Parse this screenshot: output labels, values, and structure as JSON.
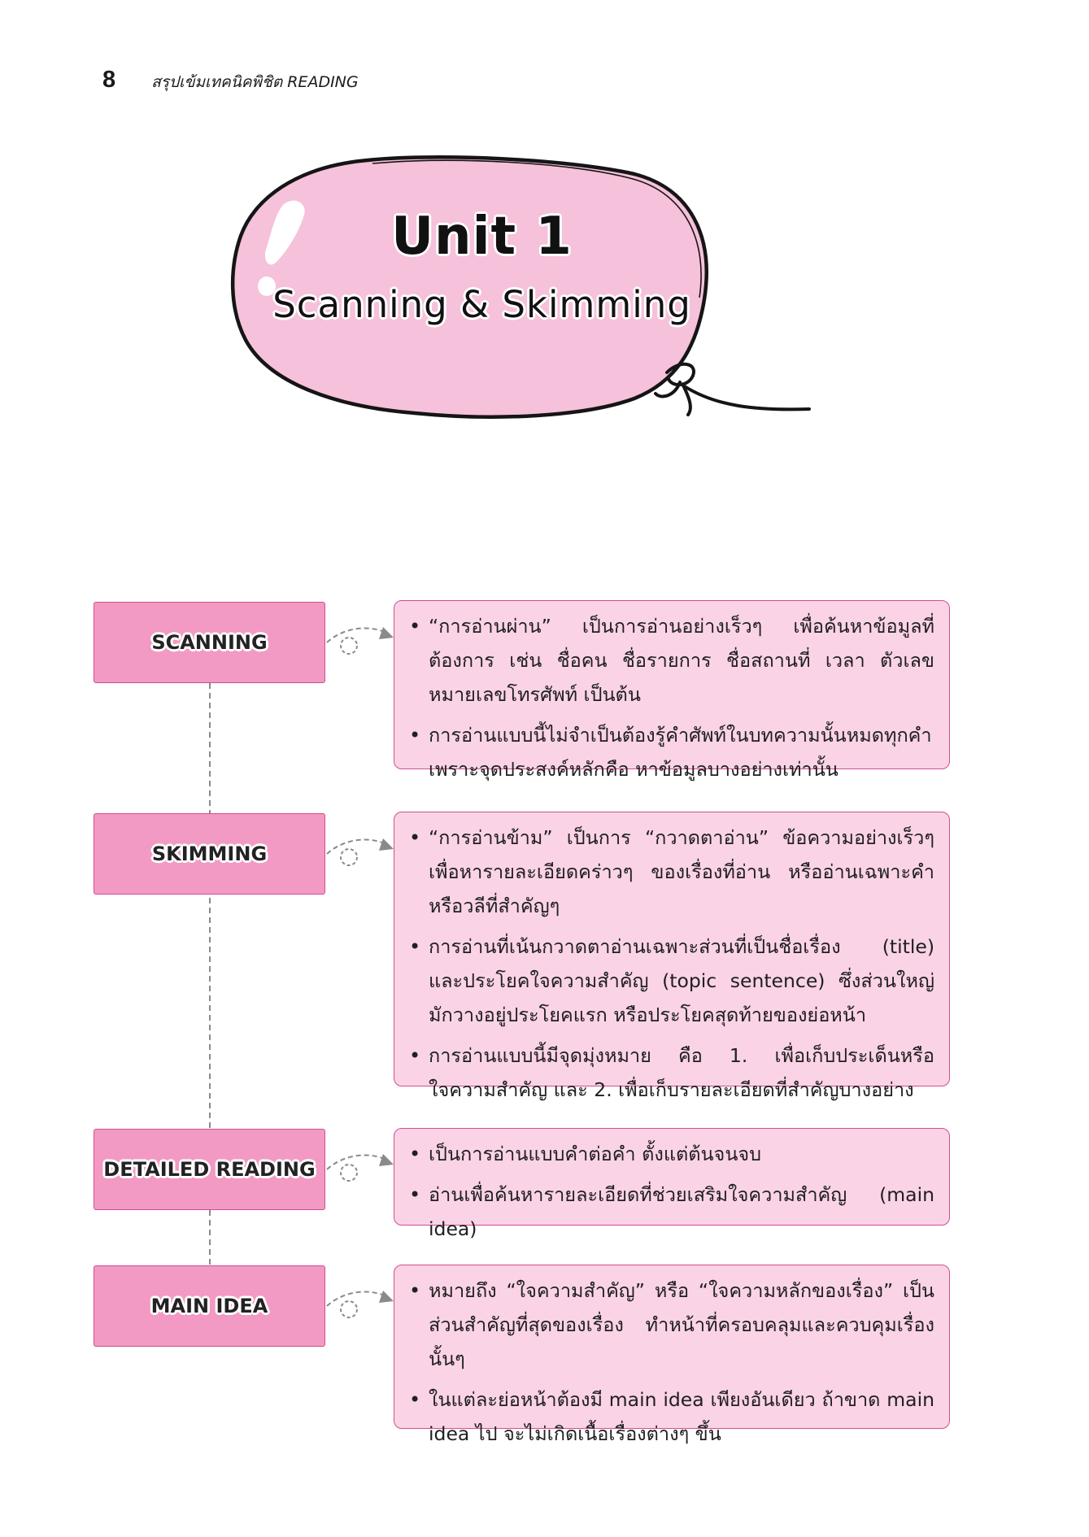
{
  "header": {
    "page_number": "8",
    "book_title": "สรุปเข้มเทคนิคพิชิต READING"
  },
  "unit": {
    "line1": "Unit 1",
    "line2": "Scanning & Skimming"
  },
  "colors": {
    "term_fill": "#f29ac4",
    "box_fill": "#fbd3e7",
    "border": "#cf4f8d",
    "balloon_fill": "#f6c1da"
  },
  "sections": [
    {
      "term": "SCANNING",
      "points": [
        "“การอ่านผ่าน” เป็นการอ่านอย่างเร็วๆ เพื่อค้นหาข้อมูลที่ต้องการ เช่น ชื่อคน ชื่อรายการ ชื่อสถานที่ เวลา ตัวเลข หมายเลขโทรศัพท์ เป็นต้น",
        "การอ่านแบบนี้ไม่จำเป็นต้องรู้คำศัพท์ในบทความนั้นหมดทุกคำ เพราะจุดประสงค์หลักคือ หาข้อมูลบางอย่างเท่านั้น"
      ]
    },
    {
      "term": "SKIMMING",
      "points": [
        "“การอ่านข้าม” เป็นการ “กวาดตาอ่าน” ข้อความอย่างเร็วๆ เพื่อหารายละเอียดคร่าวๆ ของเรื่องที่อ่าน หรืออ่านเฉพาะคำหรือวลีที่สำคัญๆ",
        "การอ่านที่เน้นกวาดตาอ่านเฉพาะส่วนที่เป็นชื่อเรื่อง (title) และประโยคใจความสำคัญ (topic sentence) ซึ่งส่วนใหญ่มักวางอยู่ประโยคแรก หรือประโยคสุดท้ายของย่อหน้า",
        "การอ่านแบบนี้มีจุดมุ่งหมาย คือ 1. เพื่อเก็บประเด็นหรือใจความสำคัญ และ 2. เพื่อเก็บรายละเอียดที่สำคัญบางอย่าง"
      ]
    },
    {
      "term": "DETAILED READING",
      "points": [
        "เป็นการอ่านแบบคำต่อคำ ตั้งแต่ต้นจนจบ",
        "อ่านเพื่อค้นหารายละเอียดที่ช่วยเสริมใจความสำคัญ (main idea)"
      ]
    },
    {
      "term": "MAIN IDEA",
      "points": [
        "หมายถึง “ใจความสำคัญ” หรือ “ใจความหลักของเรื่อง” เป็นส่วนสำคัญที่สุดของเรื่อง ทำหน้าที่ครอบคลุมและควบคุมเรื่องนั้นๆ",
        "ในแต่ละย่อหน้าต้องมี main idea เพียงอันเดียว ถ้าขาด main idea ไป จะไม่เกิดเนื้อเรื่องต่างๆ ขึ้น"
      ]
    }
  ]
}
